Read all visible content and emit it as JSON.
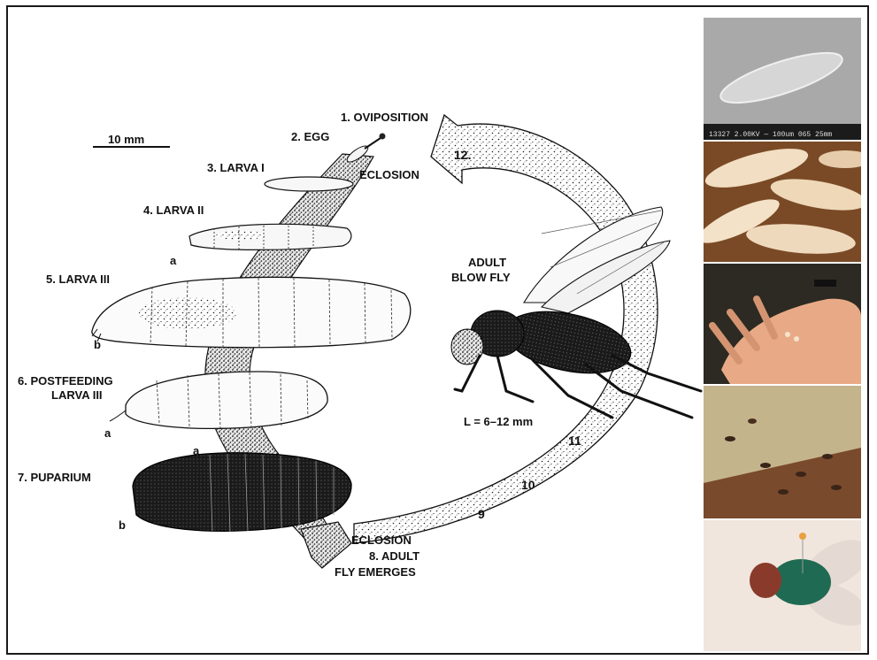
{
  "scale_bar": "10 mm",
  "stages": {
    "s1": "1. OVIPOSITION",
    "s2": "2. EGG",
    "s3": "3. LARVA I",
    "eclosion_top": "ECLOSION",
    "s4": "4. LARVA II",
    "s5": "5. LARVA III",
    "s6_line1": "6. POSTFEEDING",
    "s6_line2": "LARVA III",
    "s7": "7. PUPARIUM",
    "eclosion_bottom": "ECLOSION",
    "s8_line1": "8. ADULT",
    "s8_line2": "FLY EMERGES"
  },
  "adult": {
    "line1": "ADULT",
    "line2": "BLOW FLY",
    "length": "L = 6–12 mm"
  },
  "part_labels": {
    "a": "a",
    "b": "b"
  },
  "day_numbers": [
    "9",
    "10",
    "11",
    "12."
  ],
  "photo_caption": "13327  2.00KV   —  100um   065 25mm",
  "photos": [
    {
      "subject": "egg-sem",
      "colors": [
        "#9a9a9a",
        "#d8d8d8"
      ]
    },
    {
      "subject": "maggots",
      "colors": [
        "#f0dcc0",
        "#6b3a1a"
      ]
    },
    {
      "subject": "hand-with-larvae",
      "colors": [
        "#e8a882",
        "#2e2a22"
      ]
    },
    {
      "subject": "puparia-on-wood",
      "colors": [
        "#c8b890",
        "#3a2418"
      ]
    },
    {
      "subject": "green-blow-fly",
      "colors": [
        "#f2e8e0",
        "#1f6a52"
      ]
    }
  ]
}
